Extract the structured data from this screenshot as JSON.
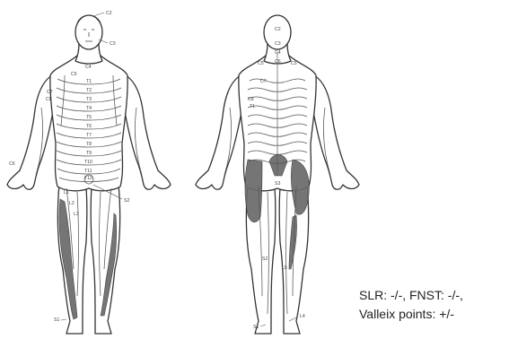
{
  "front_labels": {
    "c2": "C2",
    "c3": "C3",
    "c4": "C4",
    "c5": "C5",
    "c6": "C6",
    "t1": "T1",
    "t2": "T2",
    "t3": "T3",
    "t4": "T4",
    "t5": "T5",
    "t6": "T6",
    "t7": "T7",
    "t8": "T8",
    "t9": "T9",
    "t10": "T10",
    "t11": "T11",
    "t12": "T12",
    "l1": "L1",
    "l2": "L2",
    "l3": "L3",
    "s2": "S2",
    "s1": "S1",
    "c7": "C7",
    "c8": "C8"
  },
  "back_labels": {
    "c2": "C2",
    "c3": "C3",
    "c4": "C4",
    "c5l": "C5",
    "c5r": "C5",
    "c6": "C6",
    "c7": "C7",
    "c8": "C8",
    "t1": "T1",
    "s1": "S1",
    "s2": "S2",
    "s3": "S3",
    "l4": "L4",
    "l5": "L5"
  },
  "findings": {
    "line1": "SLR: -/-,   FNST: -/-,",
    "line2": "Valleix points: +/-"
  }
}
